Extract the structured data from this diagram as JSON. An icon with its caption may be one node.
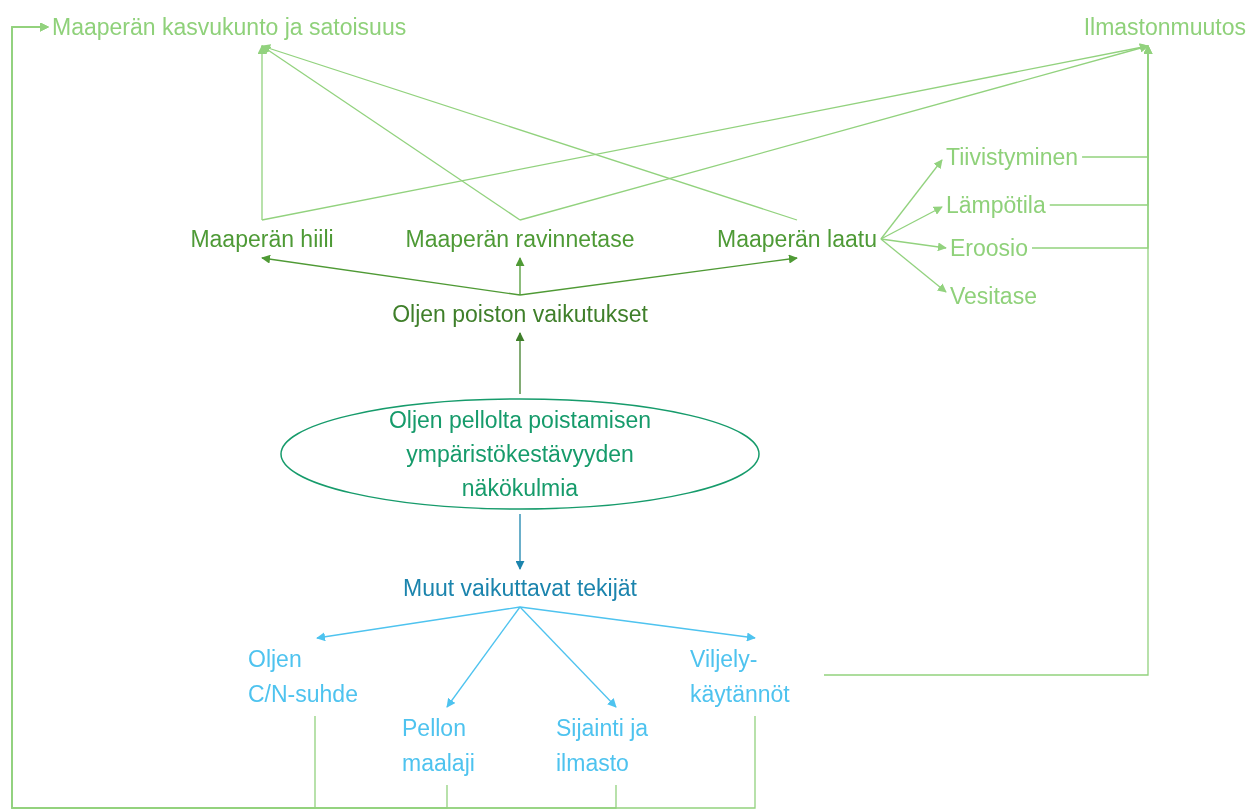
{
  "diagram": {
    "nodes": [
      {
        "text": [
          "Maaperän kasvukunto ja satoisuus"
        ]
      },
      {
        "text": [
          "Ilmastonmuutos"
        ]
      },
      {
        "text": [
          "Tiivistyminen"
        ]
      },
      {
        "text": [
          "Lämpötila"
        ]
      },
      {
        "text": [
          "Eroosio"
        ]
      },
      {
        "text": [
          "Vesitase"
        ]
      },
      {
        "text": [
          "Maaperän hiili"
        ]
      },
      {
        "text": [
          "Maaperän ravinnetase"
        ]
      },
      {
        "text": [
          "Maaperän laatu"
        ]
      },
      {
        "text": [
          "Oljen poiston vaikutukset"
        ]
      },
      {
        "text": [
          "Oljen pellolta poistamisen ympäristökestävyyden näkökulmia"
        ]
      },
      {
        "text": [
          "Muut vaikuttavat tekijät"
        ]
      },
      {
        "text": [
          "Oljen C/N-suhde"
        ]
      },
      {
        "text": [
          "Pellon maalaji"
        ]
      },
      {
        "text": [
          "Sijainti ja ilmasto"
        ]
      },
      {
        "text": [
          "Viljely- käytännöt"
        ]
      }
    ],
    "edges": [
      {
        "from": 6,
        "to": 0,
        "arrow": "to"
      },
      {
        "from": 7,
        "to": 0,
        "arrow": "to"
      },
      {
        "from": 8,
        "to": 0,
        "arrow": "to"
      },
      {
        "from": 6,
        "to": 1,
        "arrow": "to"
      },
      {
        "from": 7,
        "to": 1,
        "arrow": "to"
      },
      {
        "from": 8,
        "to": 2,
        "arrow": "to"
      },
      {
        "from": 8,
        "to": 3,
        "arrow": "to"
      },
      {
        "from": 8,
        "to": 4,
        "arrow": "to"
      },
      {
        "from": 8,
        "to": 5,
        "arrow": "to"
      },
      {
        "from": 2,
        "to": 1,
        "arrow": "to"
      },
      {
        "from": 3,
        "to": 1,
        "arrow": "to"
      },
      {
        "from": 4,
        "to": 1,
        "arrow": "to"
      },
      {
        "from": 15,
        "to": 1,
        "arrow": "to"
      },
      {
        "from": 9,
        "to": 6,
        "arrow": "to",
        "color": "#4f9a35"
      },
      {
        "from": 9,
        "to": 7,
        "arrow": "to",
        "color": "#4f9a35"
      },
      {
        "from": 9,
        "to": 8,
        "arrow": "to",
        "color": "#4f9a35"
      },
      {
        "from": 10,
        "to": 9,
        "arrow": "to",
        "color": "#3f7f2a"
      },
      {
        "from": 10,
        "to": 11,
        "arrow": "to",
        "color": "#1b84ad"
      },
      {
        "from": 11,
        "to": 12,
        "arrow": "to",
        "color": "#4ec3ef"
      },
      {
        "from": 11,
        "to": 13,
        "arrow": "to",
        "color": "#4ec3ef"
      },
      {
        "from": 11,
        "to": 14,
        "arrow": "to",
        "color": "#4ec3ef"
      },
      {
        "from": 11,
        "to": 15,
        "arrow": "to",
        "color": "#4ec3ef"
      },
      {
        "from": 12,
        "to": 0,
        "arrow": "to"
      },
      {
        "from": 13,
        "to": 0,
        "arrow": "to"
      },
      {
        "from": 14,
        "to": 0,
        "arrow": "to"
      },
      {
        "from": 15,
        "to": 0,
        "arrow": "to"
      }
    ]
  }
}
